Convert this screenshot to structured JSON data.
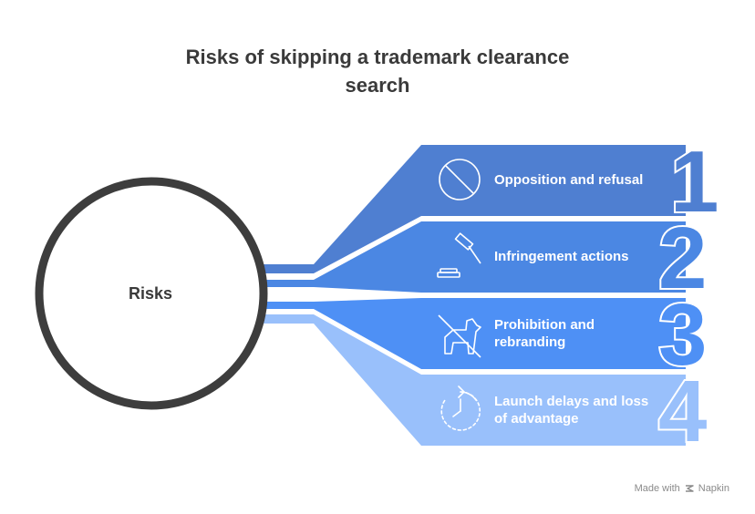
{
  "title": {
    "line1": "Risks of skipping a trademark clearance",
    "line2": "search"
  },
  "center": {
    "label": "Risks"
  },
  "items": [
    {
      "number": "1",
      "label": "Opposition and refusal",
      "icon": "prohibited-icon",
      "color": "#4f7fd1"
    },
    {
      "number": "2",
      "label": "Infringement actions",
      "icon": "gavel-icon",
      "color": "#4b87e3"
    },
    {
      "number": "3",
      "label": "Prohibition and rebranding",
      "icon": "no-dog-icon",
      "color": "#4e90f5"
    },
    {
      "number": "4",
      "label": "Launch delays and loss of advantage",
      "icon": "timer-icon",
      "color": "#99c0fb"
    }
  ],
  "footer": {
    "made_with": "Made with",
    "brand": "Napkin"
  }
}
